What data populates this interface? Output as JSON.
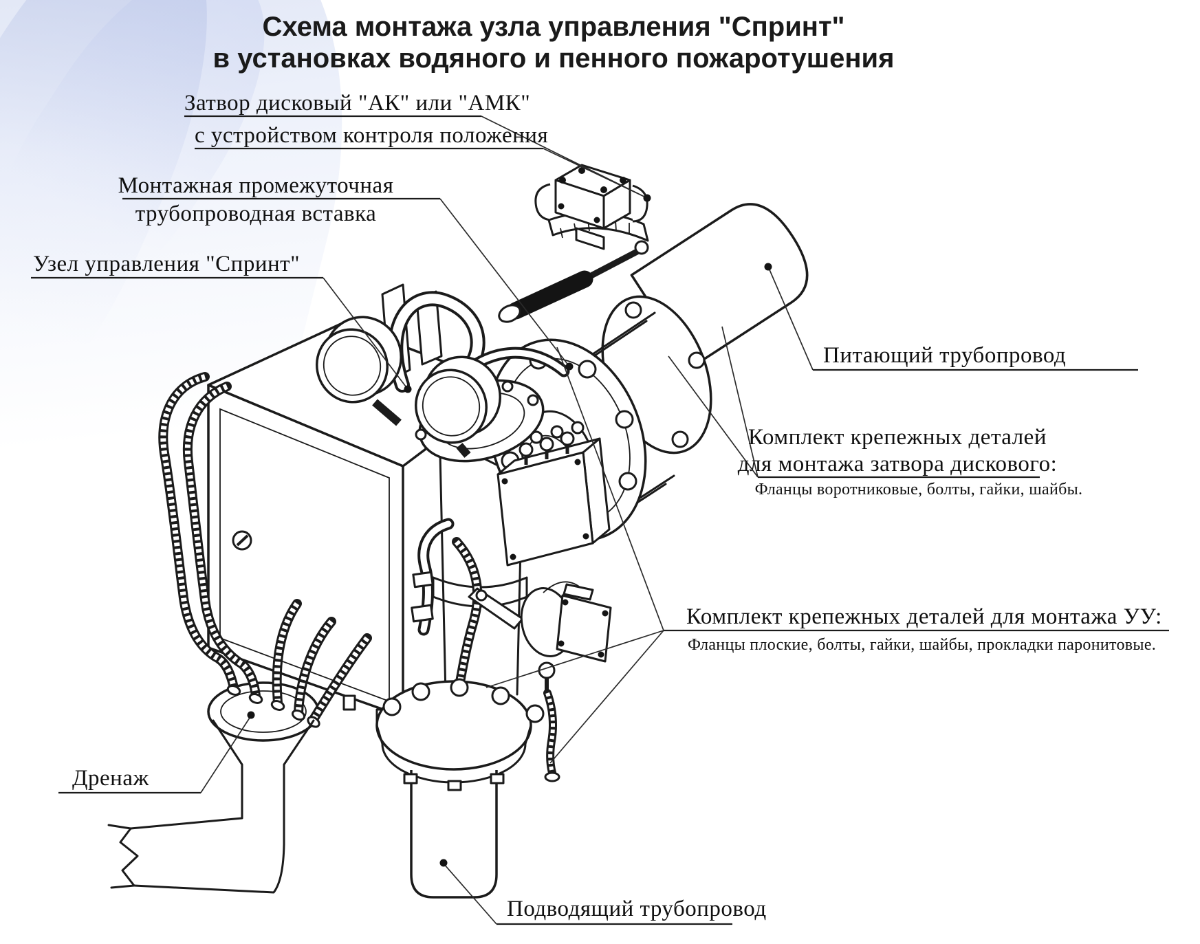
{
  "title": {
    "line1": "Схема монтажа узла управления \"Спринт\"",
    "line2": "в установках водяного и пенного пожаротушения"
  },
  "labels": {
    "disc_valve": {
      "line1": "Затвор дисковый \"АК\" или \"АМК\"",
      "line2": "с устройством контроля положения"
    },
    "pipe_insert": {
      "line1": "Монтажная промежуточная",
      "line2": "трубопроводная вставка"
    },
    "control_unit": {
      "text": "Узел управления \"Спринт\""
    },
    "feed_pipe": {
      "text": "Питающий трубопровод"
    },
    "valve_mount_kit": {
      "line1": "Комплект крепежных деталей",
      "line2": "для монтажа затвора дискового:",
      "details": "Фланцы воротниковые, болты, гайки, шайбы."
    },
    "cu_mount_kit": {
      "line1": "Комплект крепежных деталей для монтажа УУ:",
      "details": "Фланцы плоские, болты, гайки, шайбы, прокладки паронитовые."
    },
    "drain": {
      "text": "Дренаж"
    },
    "supply_pipe": {
      "text": "Подводящий трубопровод"
    }
  },
  "colors": {
    "line": "#1b1b1b",
    "text": "#101010",
    "background": "#ffffff",
    "watermark_tint": "#cdd5ee"
  }
}
